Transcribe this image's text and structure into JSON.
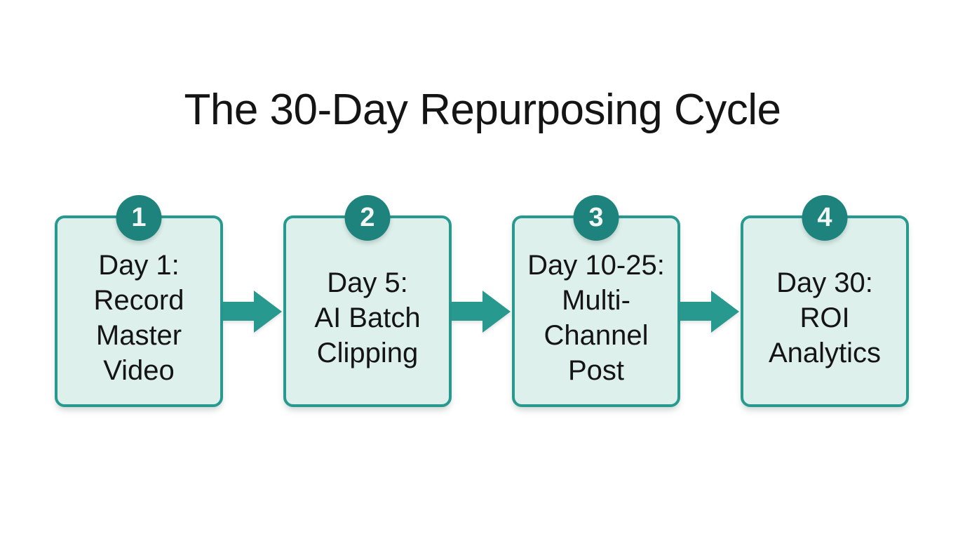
{
  "title": "The 30-Day Repurposing Cycle",
  "colors": {
    "accent_teal": "#28998f",
    "badge_teal": "#1e837c",
    "box_fill": "#def0ec",
    "text": "#141414",
    "background": "#ffffff"
  },
  "steps": [
    {
      "number": "1",
      "label": "Day 1: Record Master Video",
      "lines": [
        "Day 1:",
        "Record",
        "Master",
        "Video"
      ]
    },
    {
      "number": "2",
      "label": "Day 5: AI Batch Clipping",
      "lines": [
        "Day 5:",
        "AI Batch",
        "Clipping"
      ]
    },
    {
      "number": "3",
      "label": "Day 10-25: Multi-Channel Post",
      "lines": [
        "Day 10-25:",
        "Multi-",
        "Channel",
        "Post"
      ]
    },
    {
      "number": "4",
      "label": "Day 30: ROI Analytics",
      "lines": [
        "Day 30:",
        "ROI",
        "Analytics"
      ]
    }
  ],
  "connector": {
    "type": "arrow-right",
    "count": 3
  }
}
